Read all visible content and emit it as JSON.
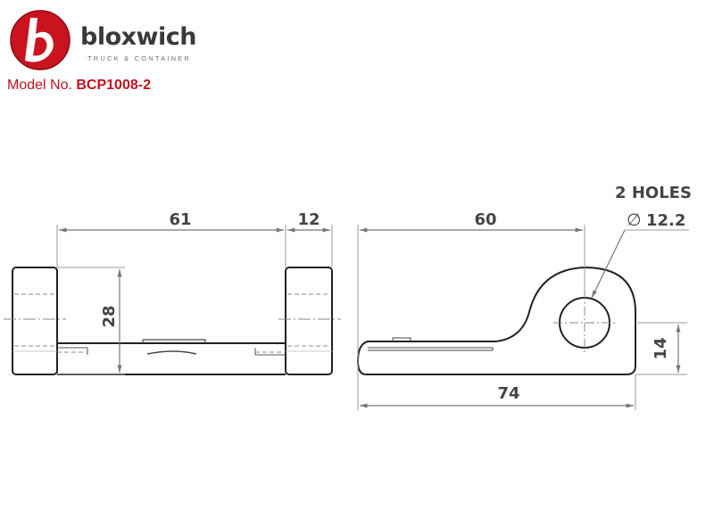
{
  "brand": {
    "name": "bloxwich",
    "tagline": "TRUCK & CONTAINER",
    "color_red": "#c1121f",
    "color_text": "#3a3a3a"
  },
  "model": {
    "label": "Model No.",
    "number": "BCP1008-2"
  },
  "dimensions": {
    "front_width": "61",
    "front_end": "12",
    "front_height": "28",
    "side_hole_distance": "60",
    "side_total_length": "74",
    "side_height": "14",
    "holes_note": "2 HOLES",
    "hole_diameter": "12.2",
    "diameter_symbol": "∅"
  }
}
